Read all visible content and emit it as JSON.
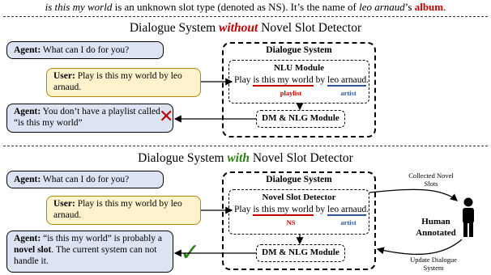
{
  "caption": {
    "part1": "is this my world",
    "part2": " is an unknown slot type (denoted as NS). It’s the name of ",
    "part3": "leo arnaud",
    "part4": "’s ",
    "part5": "album",
    "part6": "."
  },
  "top": {
    "title_pre": "Dialogue System ",
    "title_kw": "without",
    "title_post": " Novel Slot Detector",
    "agent_greeting": {
      "who": "Agent:",
      "text": " What can I do for you?"
    },
    "user_turn": {
      "who": "User:",
      "text": " Play is this my world by leo arnaud."
    },
    "agent_reply": {
      "who": "Agent:",
      "text": " You don’t have a playlist called “is this my world”"
    },
    "system_title": "Dialogue System",
    "nlu_title": "NLU Module",
    "sentence": {
      "pre": "Play ",
      "slot1": "is this my world",
      "mid": " by ",
      "slot2": "leo arnaud",
      "post": "."
    },
    "tag1": "playlist",
    "tag2": "artist",
    "dm_title": "DM & NLG Module",
    "mark": "✕"
  },
  "bottom": {
    "title_pre": "Dialogue System ",
    "title_kw": "with",
    "title_post": " Novel Slot Detector",
    "agent_greeting": {
      "who": "Agent:",
      "text": " What can I do for you?"
    },
    "user_turn": {
      "who": "User:",
      "text": " Play is this my world by leo arnaud."
    },
    "agent_reply": {
      "who": "Agent:",
      "text_a": " “is this my world” is probably a ",
      "bold": "novel slot",
      "text_b": ". The current system can not handle it."
    },
    "system_title": "Dialogue System",
    "nsd_title": "Novel Slot Detector",
    "sentence": {
      "pre": "Play ",
      "slot1": "is this my world",
      "mid": " by ",
      "slot2": "leo arnaud",
      "post": "."
    },
    "tag1": "NS",
    "tag2": "artist",
    "dm_title": "DM & NLG Module",
    "mark": "✓",
    "collected": "Collected Novel Slots",
    "human_label": "Human Annotated",
    "update": "Update Dialogue System"
  },
  "colors": {
    "red": "#c00000",
    "blue_slot": "#2f5597",
    "green": "#2e7d1a",
    "agent_fill": "#dce3f3",
    "user_fill": "#fff2cc",
    "user_border": "#b8860b"
  }
}
